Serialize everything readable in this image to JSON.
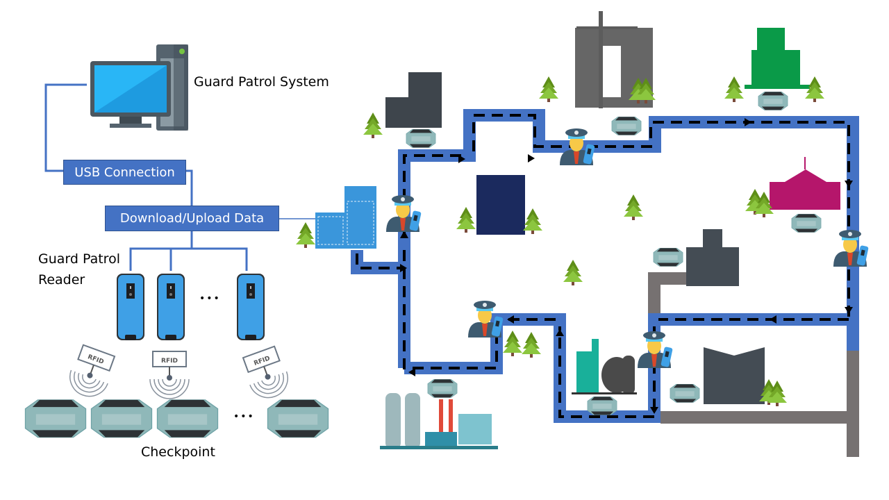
{
  "labels": {
    "system": "Guard Patrol System",
    "usb": "USB Connection",
    "download": "Download/Upload Data",
    "reader_line1": "Guard Patrol",
    "reader_line2": "Reader",
    "checkpoint": "Checkpoint",
    "ellipsis": "•••",
    "rfid": "RFID"
  },
  "colors": {
    "connector": "#4472c4",
    "route": "#4472c4",
    "route_dash": "#000000",
    "road": "#767171",
    "tree_dark": "#5e8e18",
    "tree_light": "#8cc63f",
    "reader_blue": "#3fa0e6",
    "building_dark": "#444c54",
    "building_green": "#0a9a48",
    "building_magenta": "#b5166b",
    "building_navy": "#1b2a5e",
    "building_sky": "#3a96db",
    "factory_teal": "#19b09a"
  },
  "readers_count_shown": 3,
  "checkpoints_count_shown": 4,
  "rfid_tags_count_shown": 3
}
